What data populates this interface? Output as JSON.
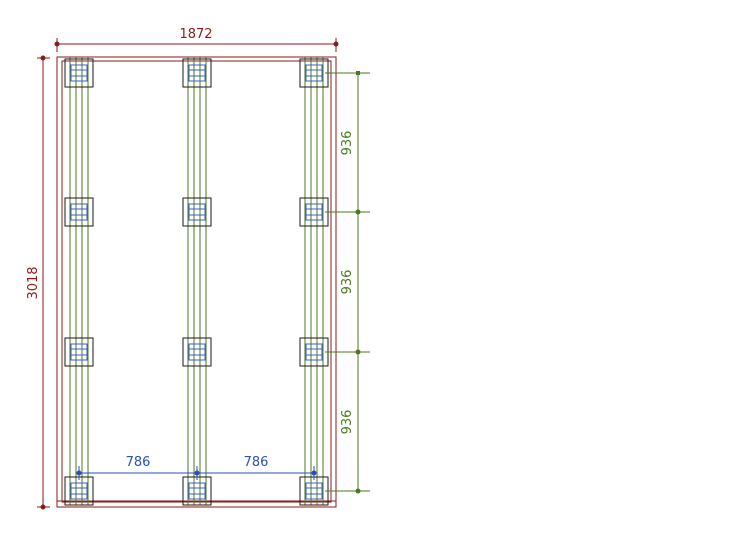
{
  "colors": {
    "frame": "#8b1a1a",
    "beam": "#4a7a1e",
    "pile": "#1a1a1a",
    "pile_inner": "#3a5fcf",
    "dim_red": "#8b1a1a",
    "dim_green": "#4a7a1e",
    "dim_blue": "#2a4fb8"
  },
  "dimensions": {
    "overall_width": "1872",
    "overall_length": "3018",
    "row_spacing": [
      "936",
      "936",
      "936"
    ],
    "column_spacing": [
      "786",
      "786"
    ]
  },
  "pile_grid": {
    "columns": 3,
    "rows": 4
  }
}
